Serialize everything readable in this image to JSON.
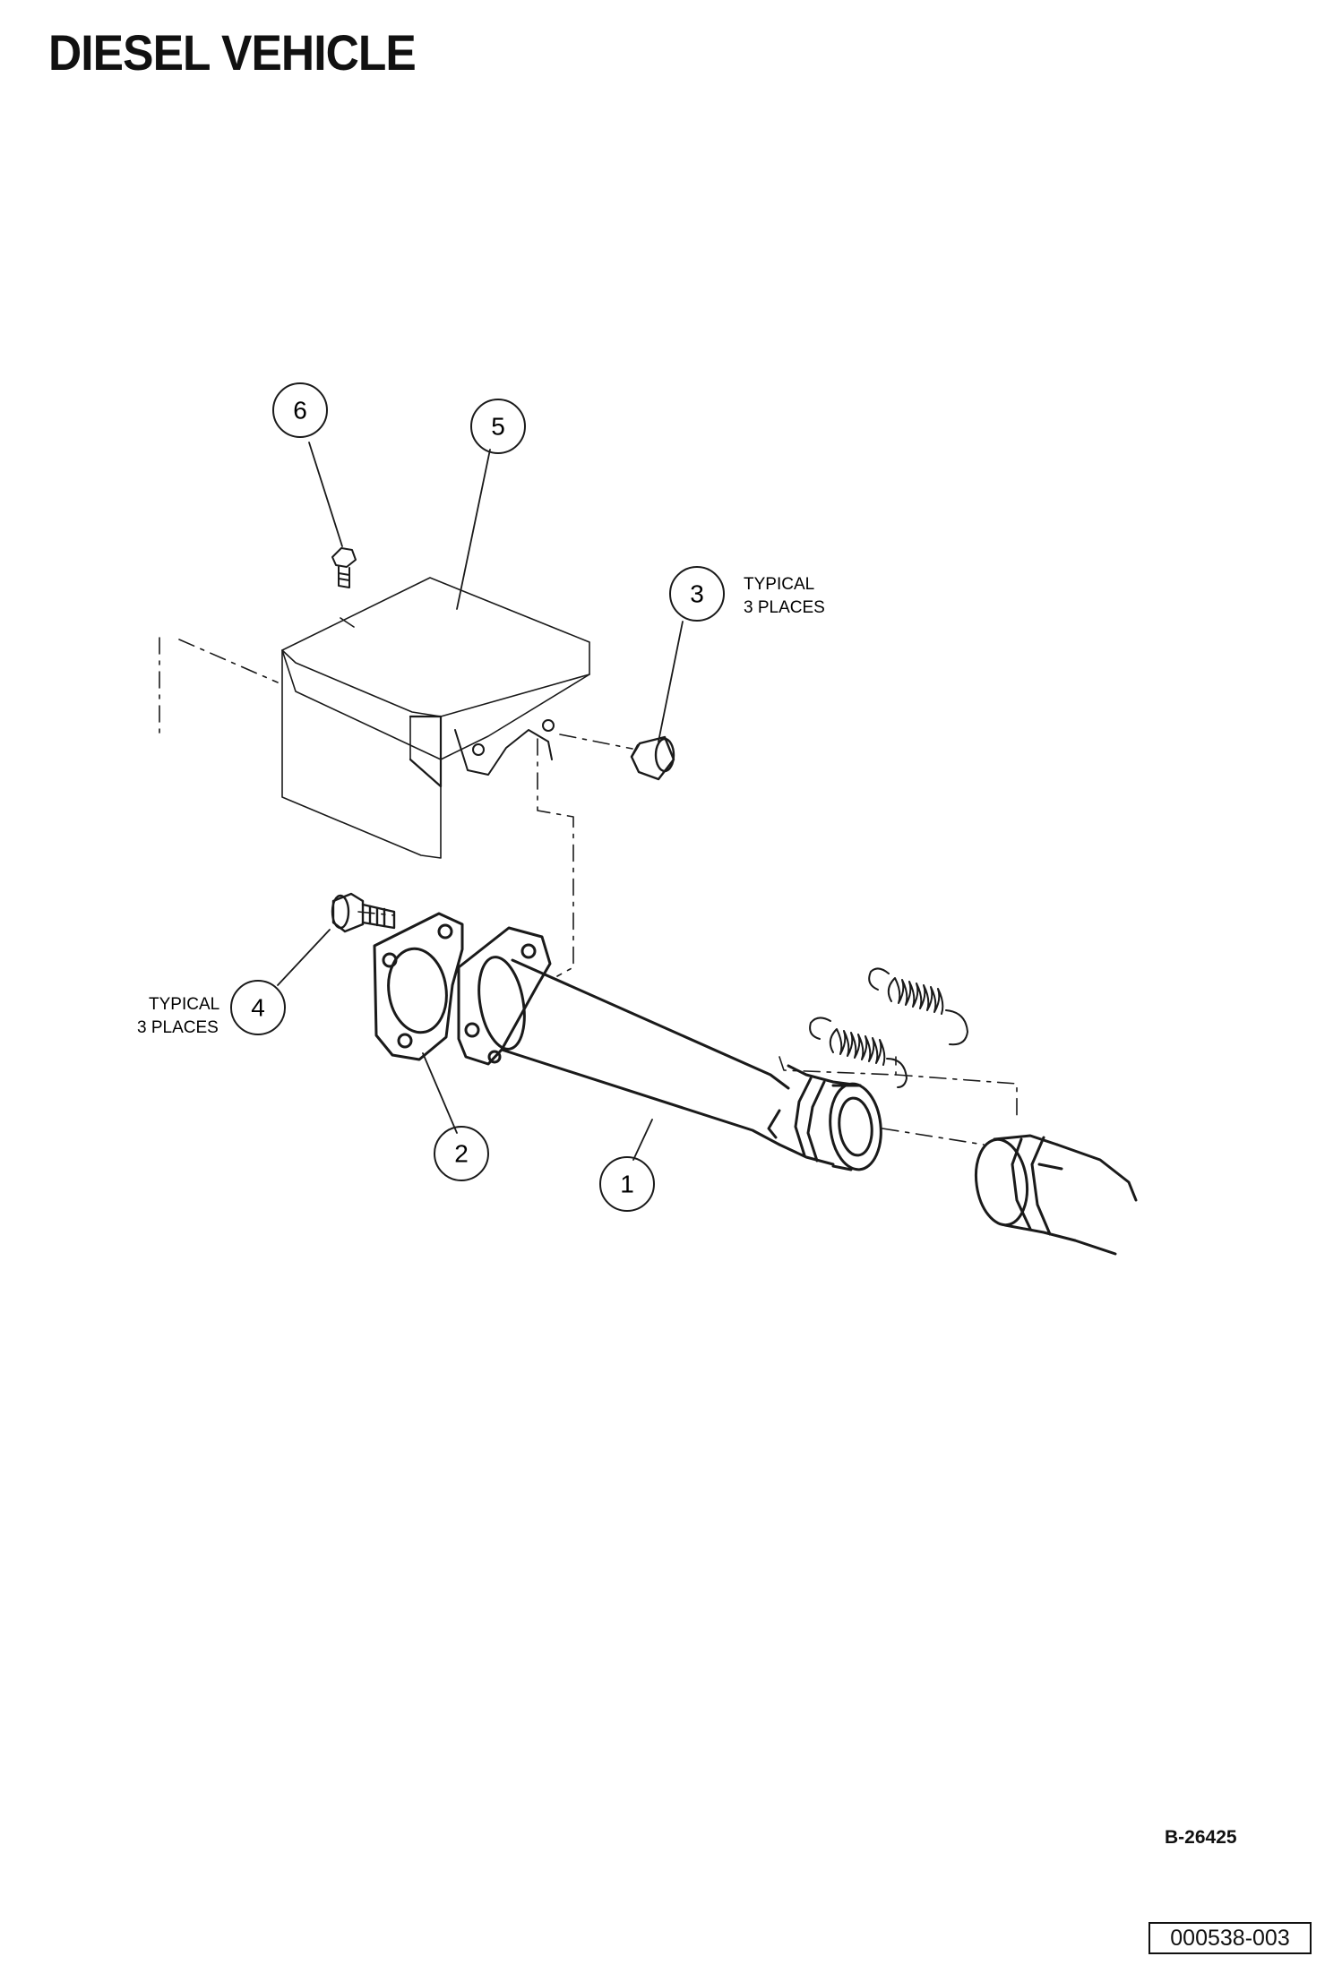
{
  "title": "DIESEL VEHICLE",
  "callouts": {
    "c1": "1",
    "c2": "2",
    "c3": "3",
    "c4": "4",
    "c5": "5",
    "c6": "6"
  },
  "notes": {
    "item3": [
      "TYPICAL",
      "3 PLACES"
    ],
    "item4": [
      "TYPICAL",
      "3 PLACES"
    ]
  },
  "footer": {
    "figure_ref": "B-26425",
    "figure_id": "000538-003"
  }
}
